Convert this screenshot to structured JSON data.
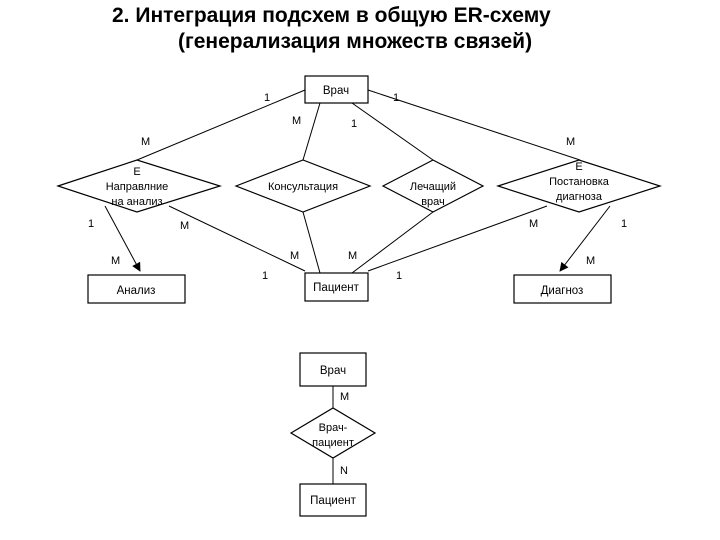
{
  "title": {
    "line1": "2. Интеграция подсхем в общую ER-схему",
    "line2": "(генерализация множеств связей)"
  },
  "entities": {
    "vrach": "Врач",
    "analiz": "Анализ",
    "patsient": "Пациент",
    "diagnoz": "Диагноз",
    "vrach2": "Врач",
    "patsient2": "Пациент"
  },
  "relationships": {
    "napravlenie": [
      "E",
      "Направлние",
      "на анализ"
    ],
    "konsultatsiya": [
      "Консультация"
    ],
    "lechashchiy": [
      "Лечащий",
      "врач"
    ],
    "postanovka": [
      "E",
      "Постановка",
      "диагноза"
    ],
    "vrach_patsient": [
      "Врач-",
      "пациент"
    ]
  },
  "cardinalities": {
    "c1": "1",
    "c2": "1",
    "c3": "M",
    "c4": "1",
    "c5": "M",
    "c6": "M",
    "c7": "1",
    "c8": "M",
    "c9": "M",
    "c10": "1",
    "c11": "M",
    "c12": "M",
    "c13": "1",
    "c14": "1",
    "c15": "M",
    "c16": "M",
    "c17": "M",
    "c18": "N"
  },
  "colors": {
    "stroke": "#000000",
    "fill": "#ffffff"
  }
}
